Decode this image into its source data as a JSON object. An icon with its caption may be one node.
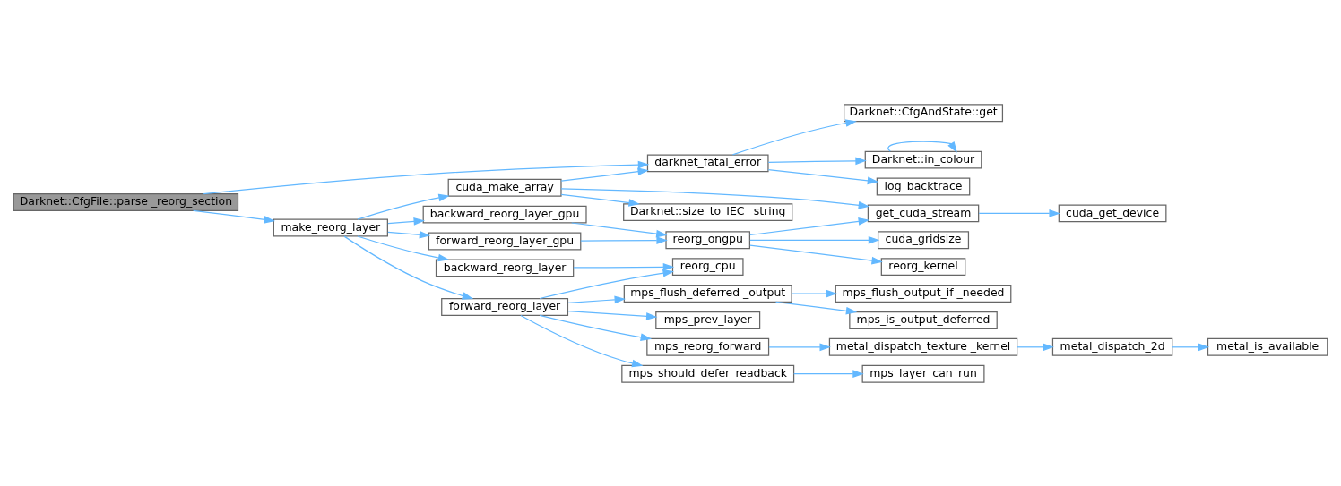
{
  "diagram": {
    "nodes": [
      {
        "text": [
          "Darknet::CfgFile::parse _reorg_section"
        ]
      },
      {
        "text": [
          "make_reorg_layer"
        ]
      },
      {
        "text": [
          "darknet_fatal_error"
        ]
      },
      {
        "text": [
          "cuda_make_array"
        ]
      },
      {
        "text": [
          "backward_reorg_layer_gpu"
        ]
      },
      {
        "text": [
          "forward_reorg_layer_gpu"
        ]
      },
      {
        "text": [
          "backward_reorg_layer"
        ]
      },
      {
        "text": [
          "forward_reorg_layer"
        ]
      },
      {
        "text": [
          "Darknet::CfgAndState::get"
        ]
      },
      {
        "text": [
          "Darknet::in_colour"
        ]
      },
      {
        "text": [
          "log_backtrace"
        ]
      },
      {
        "text": [
          "get_cuda_stream"
        ]
      },
      {
        "text": [
          "Darknet::size_to_IEC _string"
        ]
      },
      {
        "text": [
          "reorg_ongpu"
        ]
      },
      {
        "text": [
          "cuda_gridsize"
        ]
      },
      {
        "text": [
          "reorg_kernel"
        ]
      },
      {
        "text": [
          "reorg_cpu"
        ]
      },
      {
        "text": [
          "mps_flush_deferred _output"
        ]
      },
      {
        "text": [
          "mps_prev_layer"
        ]
      },
      {
        "text": [
          "mps_reorg_forward"
        ]
      },
      {
        "text": [
          "mps_should_defer_readback"
        ]
      },
      {
        "text": [
          "cuda_get_device"
        ]
      },
      {
        "text": [
          "mps_flush_output_if _needed"
        ]
      },
      {
        "text": [
          "mps_is_output_deferred"
        ]
      },
      {
        "text": [
          "metal_dispatch_texture _kernel"
        ]
      },
      {
        "text": [
          "mps_layer_can_run"
        ]
      },
      {
        "text": [
          "metal_dispatch_2d"
        ]
      },
      {
        "text": [
          "metal_is_available"
        ]
      }
    ],
    "edges": [
      {
        "from": 0,
        "to": 2,
        "arrow": "to"
      },
      {
        "from": 0,
        "to": 1,
        "arrow": "to"
      },
      {
        "from": 1,
        "to": 3,
        "arrow": "to"
      },
      {
        "from": 1,
        "to": 4,
        "arrow": "to"
      },
      {
        "from": 1,
        "to": 5,
        "arrow": "to"
      },
      {
        "from": 1,
        "to": 6,
        "arrow": "to"
      },
      {
        "from": 1,
        "to": 7,
        "arrow": "to"
      },
      {
        "from": 3,
        "to": 2,
        "arrow": "to"
      },
      {
        "from": 3,
        "to": 11,
        "arrow": "to"
      },
      {
        "from": 3,
        "to": 12,
        "arrow": "to"
      },
      {
        "from": 2,
        "to": 8,
        "arrow": "to"
      },
      {
        "from": 2,
        "to": 9,
        "arrow": "to"
      },
      {
        "from": 2,
        "to": 10,
        "arrow": "to"
      },
      {
        "from": 9,
        "to": 9,
        "arrow": "to"
      },
      {
        "from": 4,
        "to": 13,
        "arrow": "to"
      },
      {
        "from": 5,
        "to": 13,
        "arrow": "to"
      },
      {
        "from": 6,
        "to": 16,
        "arrow": "to"
      },
      {
        "from": 13,
        "to": 11,
        "arrow": "to"
      },
      {
        "from": 13,
        "to": 14,
        "arrow": "to"
      },
      {
        "from": 13,
        "to": 15,
        "arrow": "to"
      },
      {
        "from": 11,
        "to": 21,
        "arrow": "to"
      },
      {
        "from": 7,
        "to": 16,
        "arrow": "to"
      },
      {
        "from": 7,
        "to": 17,
        "arrow": "to"
      },
      {
        "from": 7,
        "to": 18,
        "arrow": "to"
      },
      {
        "from": 7,
        "to": 19,
        "arrow": "to"
      },
      {
        "from": 7,
        "to": 20,
        "arrow": "to"
      },
      {
        "from": 17,
        "to": 22,
        "arrow": "to"
      },
      {
        "from": 17,
        "to": 23,
        "arrow": "to"
      },
      {
        "from": 19,
        "to": 24,
        "arrow": "to"
      },
      {
        "from": 24,
        "to": 26,
        "arrow": "to"
      },
      {
        "from": 26,
        "to": 27,
        "arrow": "to"
      },
      {
        "from": 20,
        "to": 25,
        "arrow": "to"
      }
    ]
  }
}
